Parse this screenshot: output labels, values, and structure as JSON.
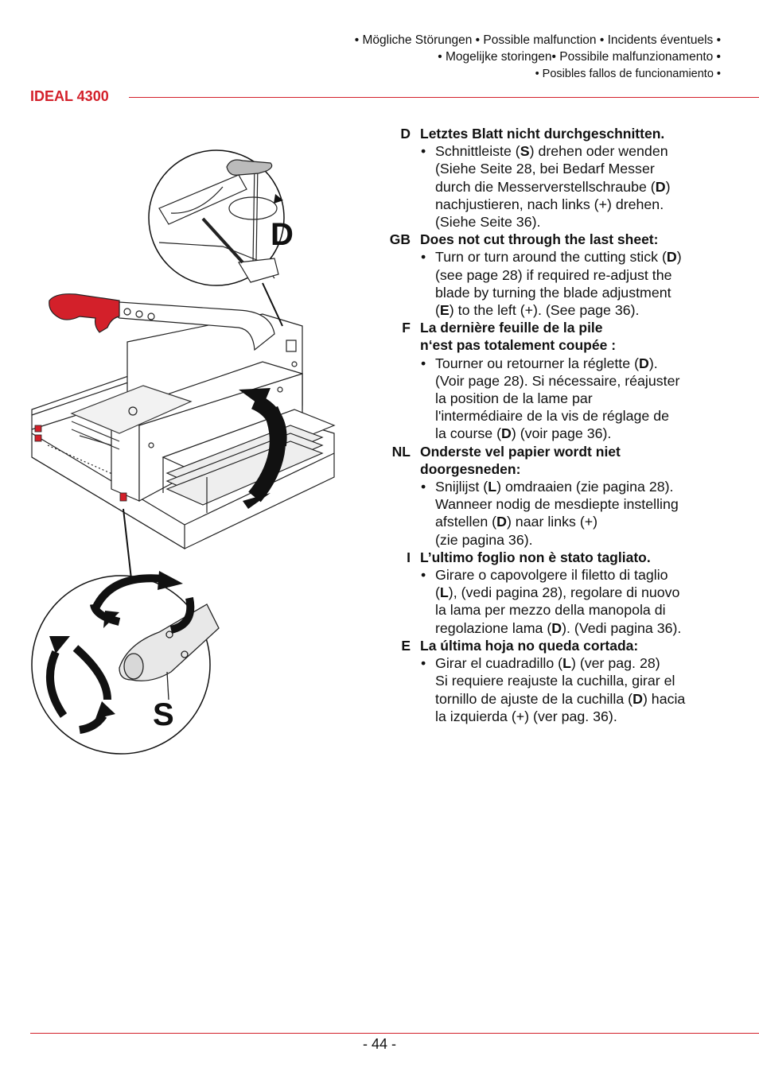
{
  "header": {
    "line1": "• Mögliche Störungen • Possible malfunction • Incidents éventuels •",
    "line2": "• Mogelijke storingen• Possibile malfunzionamento •",
    "line3": "• Posibles fallos de funcionamiento •"
  },
  "model": "IDEAL 4300",
  "figure": {
    "label_d": "D",
    "label_s": "S"
  },
  "sections": [
    {
      "code": "D",
      "title": "Letztes Blatt nicht durchgeschnitten.",
      "lines": [
        "Schnittleiste (S) drehen oder wenden",
        "(Siehe Seite 28, bei Bedarf Messer",
        "durch die Messerverstellschraube (D)",
        "nachjustieren, nach links (+) drehen.",
        "(Siehe Seite 36)."
      ]
    },
    {
      "code": "GB",
      "title": "Does not cut through the last sheet:",
      "lines": [
        "Turn or turn around the cutting stick (D)",
        "(see page 28) if required re-adjust the",
        "blade by turning the blade adjustment",
        "(E) to the left (+). (See page 36)."
      ]
    },
    {
      "code": "F",
      "title1": "La dernière feuille de la pile",
      "title2": "n‘est pas totalement coupée :",
      "lines": [
        "Tourner ou retourner la réglette (D).",
        "(Voir page 28). Si nécessaire, réajuster",
        "la position de la lame par",
        "l'intermédiaire de la vis de réglage de",
        "la course (D) (voir page 36)."
      ]
    },
    {
      "code": "NL",
      "title1": "Onderste vel papier wordt niet",
      "title2": "doorgesneden:",
      "lines": [
        "Snijlijst (L) omdraaien (zie pagina 28).",
        "Wanneer nodig de mesdiepte instelling",
        "afstellen (D) naar links (+)",
        "(zie pagina 36)."
      ]
    },
    {
      "code": "I",
      "title": "L’ultimo foglio non è stato tagliato.",
      "lines": [
        "Girare o capovolgere il filetto di taglio",
        "(L), (vedi pagina 28), regolare di nuovo",
        "la lama per mezzo della manopola di",
        "regolazione lama (D). (Vedi pagina 36)."
      ]
    },
    {
      "code": "E",
      "title": "La última hoja no queda cortada:",
      "lines": [
        "Girar  el cuadradillo (L) (ver pag. 28)",
        "Si requiere reajuste la cuchilla, girar el",
        "tornillo de ajuste de la cuchilla (D) hacia",
        "la izquierda (+) (ver pag. 36)."
      ]
    }
  ],
  "footer": {
    "page": "- 44 -"
  },
  "colors": {
    "accent": "#d3202a",
    "text": "#111111"
  }
}
